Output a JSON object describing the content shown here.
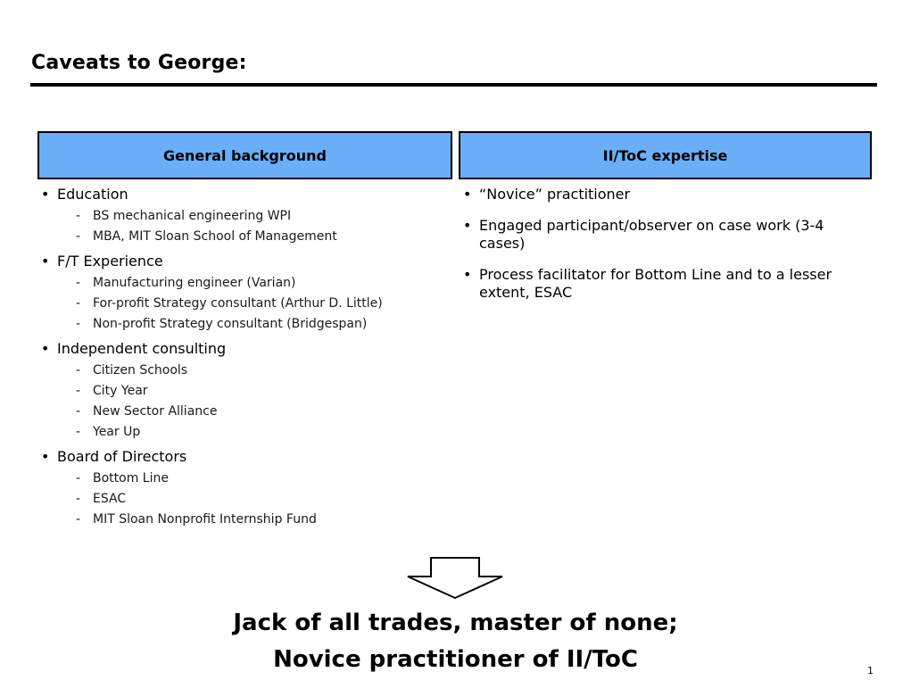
{
  "title": "Caveats to George:",
  "columns": {
    "left": {
      "header": "General background",
      "items": [
        {
          "label": "Education",
          "subs": [
            "BS mechanical engineering WPI",
            "MBA, MIT Sloan School of Management"
          ]
        },
        {
          "label": "F/T Experience",
          "subs": [
            "Manufacturing engineer (Varian)",
            "For-profit Strategy consultant (Arthur D. Little)",
            "Non-profit Strategy consultant (Bridgespan)"
          ]
        },
        {
          "label": "Independent consulting",
          "subs": [
            "Citizen Schools",
            "City Year",
            "New Sector Alliance",
            "Year Up"
          ]
        },
        {
          "label": "Board of Directors",
          "subs": [
            "Bottom Line",
            "ESAC",
            "MIT Sloan Nonprofit Internship Fund"
          ]
        }
      ]
    },
    "right": {
      "header": "II/ToC expertise",
      "items": [
        {
          "label": "“Novice” practitioner"
        },
        {
          "label": "Engaged participant/observer on case work (3-4 cases)"
        },
        {
          "label": "Process facilitator for Bottom Line and to a lesser extent, ESAC"
        }
      ]
    }
  },
  "conclusion": {
    "line1": "Jack of all trades, master of none;",
    "line2": "Novice practitioner of II/ToC"
  },
  "page_number": "1"
}
